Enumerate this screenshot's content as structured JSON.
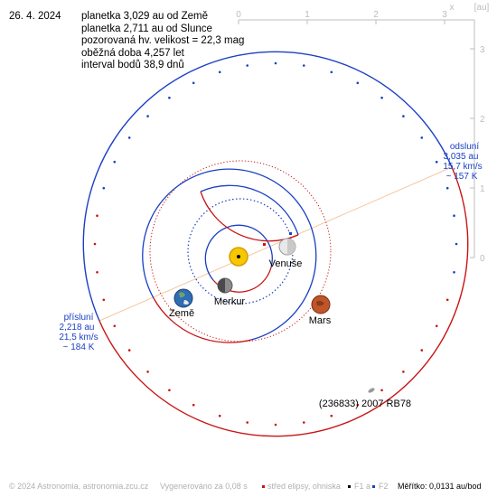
{
  "header": {
    "date": "26. 4. 2024",
    "info_lines": [
      "planetka 3,029 au od Země",
      "planetka 2,711 au od Slunce",
      "pozorovaná hv. velikost = 22,3 mag",
      "oběžná doba 4,257 let",
      "interval bodů 38,9 dnů"
    ]
  },
  "axes": {
    "x_label": "x",
    "unit_label": "[au]",
    "x_ticks": [
      "0",
      "1",
      "2",
      "3"
    ],
    "y_ticks": [
      "3",
      "2",
      "1",
      "0"
    ]
  },
  "bodies": {
    "venus": "Venuše",
    "mercury": "Merkur",
    "earth": "Země",
    "mars": "Mars",
    "asteroid": "(236833) 2007 RB78"
  },
  "aphelion": {
    "title": "odsluní",
    "distance": "3,035 au",
    "speed": "15,7 km/s",
    "temp": "~ 157 K"
  },
  "perihelion": {
    "title": "přísluní",
    "distance": "2,218 au",
    "speed": "21,5 km/s",
    "temp": "~ 184 K"
  },
  "footer": {
    "copyright": "© 2024 Astronomia, astronomia.zcu.cz",
    "generated": "Vygenerováno za 0,08 s",
    "legend_center": "střed elipsy, ohniska",
    "legend_f1": "F1 a",
    "legend_f2": "F2",
    "scale": "Měřítko: 0,0131 au/bod"
  },
  "colors": {
    "orbit_blue": "#1a3fc4",
    "orbit_red": "#c81414",
    "apsis_line": "#f5c8a0",
    "label_blue": "#1a3fc4",
    "axis_gray": "#bdbdbd",
    "sun": "#f5c800"
  }
}
